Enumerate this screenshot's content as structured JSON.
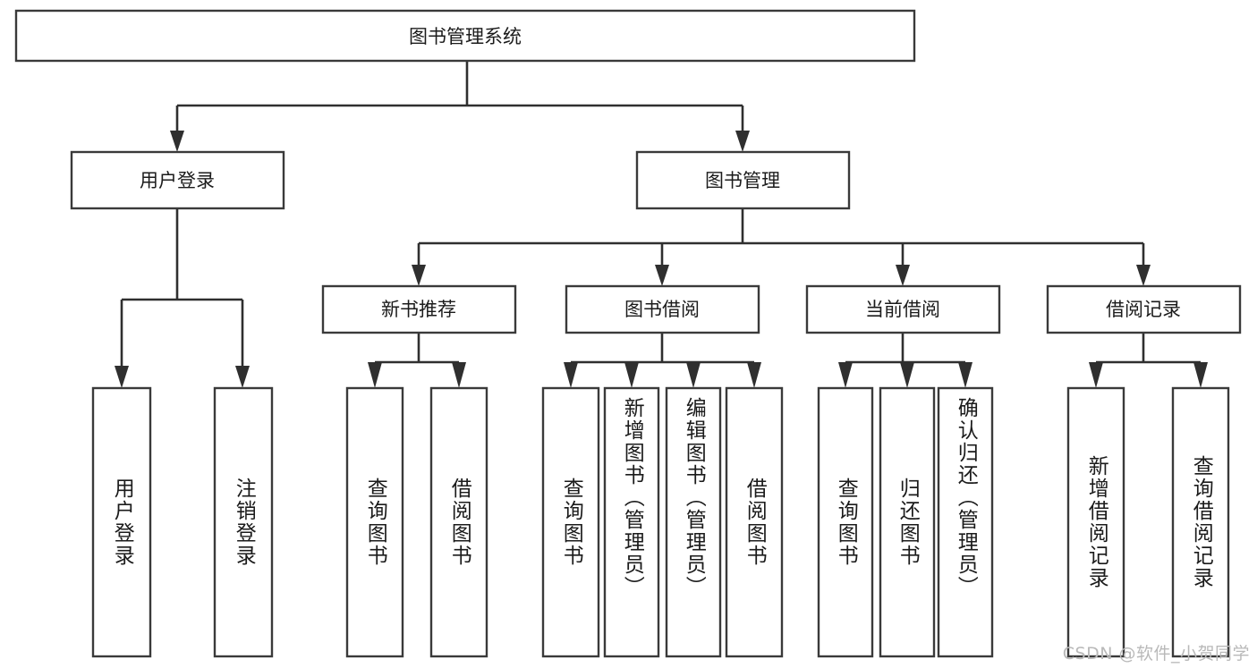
{
  "diagram": {
    "title": "图书管理系统",
    "type": "tree",
    "root": {
      "id": "root",
      "label": "图书管理系统"
    },
    "level1": [
      {
        "id": "user-login",
        "label": "用户登录"
      },
      {
        "id": "book-manage",
        "label": "图书管理"
      }
    ],
    "level2": [
      {
        "id": "new-book-recommend",
        "label": "新书推荐",
        "parent": "book-manage"
      },
      {
        "id": "book-borrow",
        "label": "图书借阅",
        "parent": "book-manage"
      },
      {
        "id": "current-borrow",
        "label": "当前借阅",
        "parent": "book-manage"
      },
      {
        "id": "borrow-record",
        "label": "借阅记录",
        "parent": "book-manage"
      }
    ],
    "leaves": [
      {
        "id": "leaf-user-login",
        "label": "用户登录",
        "parent": "user-login"
      },
      {
        "id": "leaf-user-logout",
        "label": "注销登录",
        "parent": "user-login"
      },
      {
        "id": "leaf-query-book-1",
        "label": "查询图书",
        "parent": "new-book-recommend"
      },
      {
        "id": "leaf-borrow-book-1",
        "label": "借阅图书",
        "parent": "new-book-recommend"
      },
      {
        "id": "leaf-query-book-2",
        "label": "查询图书",
        "parent": "book-borrow"
      },
      {
        "id": "leaf-add-book",
        "label": "新增图书（管理员）",
        "parent": "book-borrow"
      },
      {
        "id": "leaf-edit-book",
        "label": "编辑图书（管理员）",
        "parent": "book-borrow"
      },
      {
        "id": "leaf-borrow-book-2",
        "label": "借阅图书",
        "parent": "book-borrow"
      },
      {
        "id": "leaf-query-book-3",
        "label": "查询图书",
        "parent": "current-borrow"
      },
      {
        "id": "leaf-return-book",
        "label": "归还图书",
        "parent": "current-borrow"
      },
      {
        "id": "leaf-confirm-return",
        "label": "确认归还（管理员）",
        "parent": "current-borrow"
      },
      {
        "id": "leaf-add-record",
        "label": "新增借阅记录",
        "parent": "borrow-record"
      },
      {
        "id": "leaf-query-record",
        "label": "查询借阅记录",
        "parent": "borrow-record"
      }
    ],
    "colors": {
      "box_stroke": "#3a3a3a",
      "connector": "#2f2f2f",
      "text": "#1b1b1b",
      "background": "#ffffff",
      "watermark": "#b9b9b9"
    }
  },
  "watermark": {
    "text": "CSDN @软件_小贺同学"
  }
}
